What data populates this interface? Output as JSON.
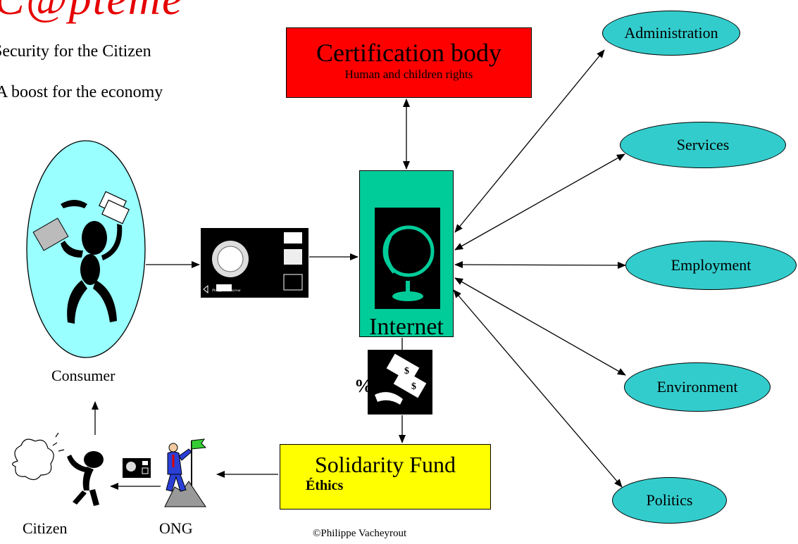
{
  "logo": {
    "text": "C@pteme"
  },
  "bullets": [
    "Security for the Citizen",
    "A boost for the economy"
  ],
  "certification": {
    "title": "Certification body",
    "subtitle": "Human and children rights"
  },
  "internet": {
    "label": "Internet"
  },
  "solidarity": {
    "title": "Solidarity Fund",
    "subtitle": "Éthics"
  },
  "destinations": [
    "Administration",
    "Services",
    "Employment",
    "Environment",
    "Politics"
  ],
  "consumer": {
    "label": "Consumer"
  },
  "citizen": {
    "label": "Citizen"
  },
  "ong": {
    "label": "ONG"
  },
  "percent": "%",
  "card": {
    "holder": "Philippe Vacheyrout"
  },
  "copyright": "©Philippe Vacheyrout",
  "colors": {
    "red": "#ff0000",
    "green": "#00cc99",
    "yellow": "#ffff00",
    "teal": "#33cccc",
    "cyan": "#99ffff"
  }
}
